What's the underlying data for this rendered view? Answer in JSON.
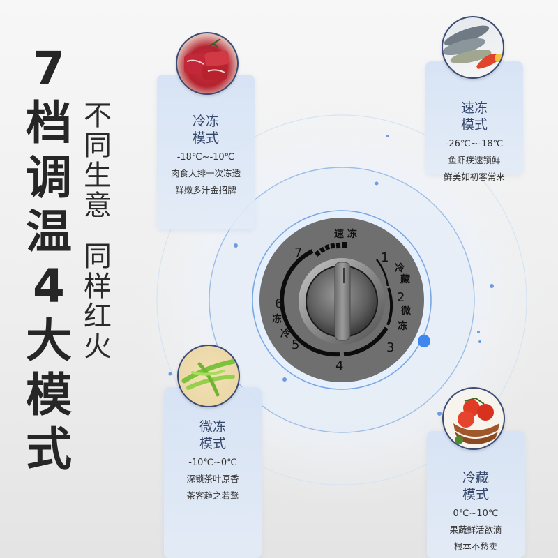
{
  "headline": {
    "chars": [
      "7",
      "档",
      "调",
      "温",
      "4",
      "大",
      "模",
      "式"
    ],
    "text": "7档调温4大模式"
  },
  "subheadline": {
    "line1": [
      "不",
      "同",
      "生",
      "意"
    ],
    "line2": [
      "同",
      "样",
      "红",
      "火"
    ],
    "text": "不同生意 同样红火"
  },
  "modes": [
    {
      "id": "freeze",
      "title_line1": "冷冻",
      "title_line2": "模式",
      "range": "-18℃~-10℃",
      "desc1": "肉食大排一次冻透",
      "desc2": "鲜嫩多汁金招牌",
      "image": "meat-steak"
    },
    {
      "id": "quick-freeze",
      "title_line1": "速冻",
      "title_line2": "模式",
      "range": "-26℃~-18℃",
      "desc1": "鱼虾疾速锁鲜",
      "desc2": "鲜美如初客常来",
      "image": "fish-shrimp"
    },
    {
      "id": "micro-freeze",
      "title_line1": "微冻",
      "title_line2": "模式",
      "range": "-10℃~0℃",
      "desc1": "深锁茶叶原香",
      "desc2": "茶客趋之若鹜",
      "image": "tea-leaves"
    },
    {
      "id": "refrigerate",
      "title_line1": "冷藏",
      "title_line2": "模式",
      "range": "0℃~10℃",
      "desc1": "果蔬鲜活欲滴",
      "desc2": "根本不愁卖",
      "image": "tomatoes-bowl"
    }
  ],
  "dial": {
    "numbers": [
      "1",
      "2",
      "3",
      "4",
      "5",
      "6",
      "7"
    ],
    "labels": {
      "quick_freeze": "速 冻",
      "refrigerate_1": "冷",
      "refrigerate_2": "藏",
      "micro_1": "微",
      "micro_2": "冻",
      "freeze_1": "冻",
      "freeze_2": "冷"
    }
  },
  "colors": {
    "text_dark": "#262626",
    "card_bg": "#d6e3f5",
    "card_title": "#34466a",
    "ring_blue": "#8fb4e8",
    "accent_dot": "#3f86ee",
    "dial_plate": "#6e6e6e"
  }
}
